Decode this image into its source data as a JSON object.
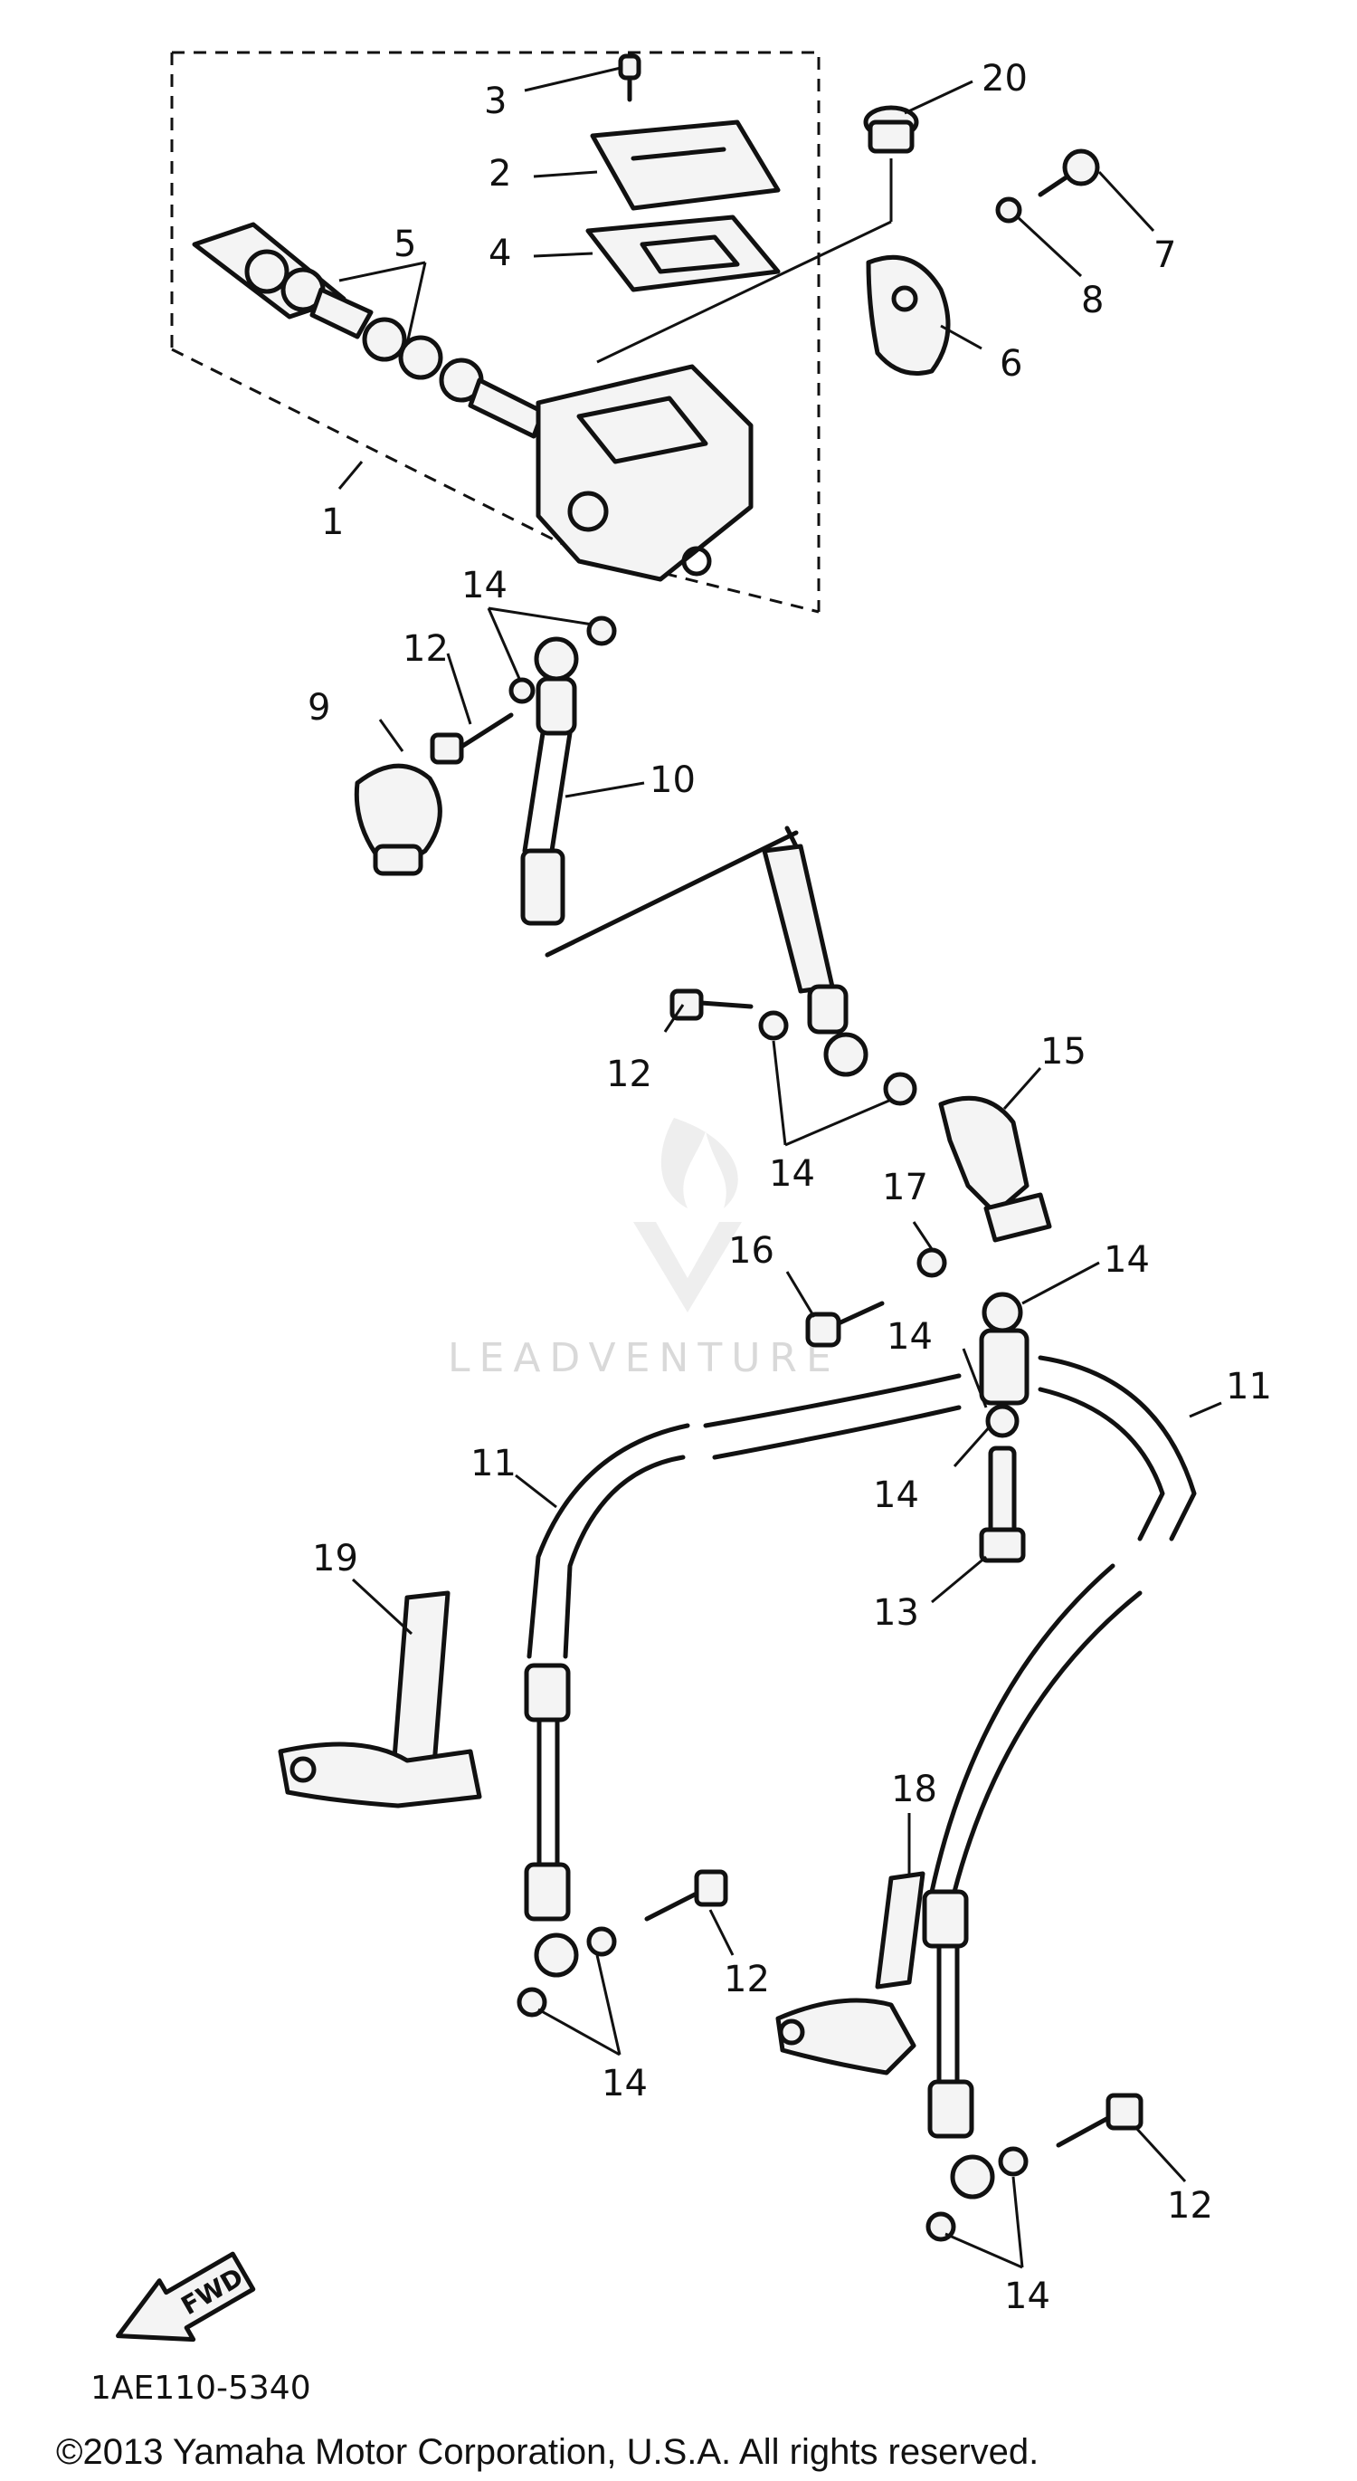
{
  "diagram": {
    "callouts": {
      "c1": "1",
      "c2": "2",
      "c3": "3",
      "c4": "4",
      "c5": "5",
      "c6": "6",
      "c7": "7",
      "c8": "8",
      "c9": "9",
      "c10": "10",
      "c11a": "11",
      "c11b": "11",
      "c12a": "12",
      "c12b": "12",
      "c12c": "12",
      "c12d": "12",
      "c13": "13",
      "c14a": "14",
      "c14b": "14",
      "c14c": "14",
      "c14d": "14",
      "c14e": "14",
      "c14f": "14",
      "c14g": "14",
      "c15": "15",
      "c16": "16",
      "c17": "17",
      "c18": "18",
      "c19": "19",
      "c20": "20"
    },
    "direction_arrow_label": "FWD",
    "diagram_code": "1AE110-5340",
    "watermark": "LEADVENTURE",
    "copyright": "©2013 Yamaha Motor Corporation, U.S.A. All rights reserved."
  },
  "colors": {
    "ink": "#111111",
    "background": "#ffffff",
    "watermark": "#d9d9d9"
  },
  "icons": {
    "direction_arrow": "fwd-arrow-icon",
    "watermark_logo": "flame-v-logo-icon"
  }
}
